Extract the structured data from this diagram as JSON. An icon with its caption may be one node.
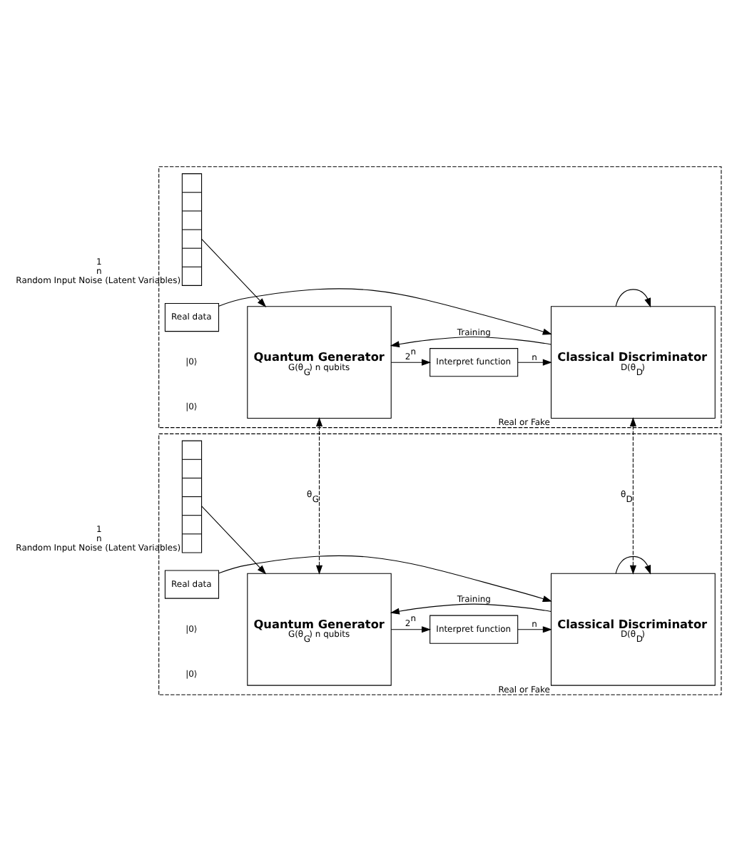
{
  "diagram": {
    "nodes": [
      {
        "text": [],
        "shape": "box"
      },
      {
        "text": [],
        "shape": "box",
        "in": 0,
        "beside": [
          "1",
          "n",
          "Random Input Noise (Latent Variables)"
        ]
      },
      {
        "text": [
          "Quantum Generator",
          "G(θ$_{G}$) n qubits"
        ],
        "in": 0
      },
      {
        "text": [
          "Interpret function"
        ],
        "in": 0
      },
      {
        "text": [
          "Classical Discriminator",
          "D(θ$_{D}$)"
        ],
        "in": 0,
        "beside": [
          "Real or Fake"
        ]
      },
      {
        "text": [
          "Real data"
        ],
        "in": 0
      },
      {
        "text": [],
        "shape": "box"
      },
      {
        "text": [],
        "shape": "box",
        "in": 6,
        "beside": [
          "1",
          "n",
          "Random Input Noise (Latent Variables)"
        ]
      },
      {
        "text": [
          "Quantum Generator",
          "G(θ$_{G}$) n qubits"
        ],
        "in": 6
      },
      {
        "text": [
          "Interpret function"
        ],
        "in": 6
      },
      {
        "text": [
          "Classical Discriminator",
          "D(θ$_{D}$)"
        ],
        "in": 6,
        "beside": [
          "Real or Fake"
        ]
      },
      {
        "text": [
          "Real data"
        ],
        "in": 6
      }
    ],
    "edges": [
      {
        "from": 1,
        "to": 2,
        "arrow": "to"
      },
      {
        "from": 2,
        "to": 3,
        "arrow": "to",
        "label": "2$^{n}$"
      },
      {
        "from": 3,
        "to": 4,
        "arrow": "to",
        "label": "n"
      },
      {
        "from": 5,
        "to": 4,
        "arrow": "to"
      },
      {
        "from": 4,
        "to": 2,
        "arrow": "to",
        "label": "Training"
      },
      {
        "from": 4,
        "to": 4,
        "arrow": "to"
      },
      {
        "from": 2,
        "to": 8,
        "arrow": "both",
        "style": "dashed",
        "label": "θ$_{G}$"
      },
      {
        "from": 4,
        "to": 10,
        "arrow": "both",
        "style": "dashed",
        "label": "θ$_{D}$"
      },
      {
        "from": 7,
        "to": 8,
        "arrow": "to"
      },
      {
        "from": 8,
        "to": 9,
        "arrow": "to",
        "label": "2$^{n}$"
      },
      {
        "from": 9,
        "to": 10,
        "arrow": "to",
        "label": "n"
      },
      {
        "from": 11,
        "to": 10,
        "arrow": "to"
      },
      {
        "from": 10,
        "to": 8,
        "arrow": "to",
        "label": "Training"
      },
      {
        "from": 10,
        "to": 10,
        "arrow": "to"
      }
    ],
    "labels": [
      "|0⟩",
      "|0⟩",
      "|0⟩",
      "|0⟩"
    ]
  }
}
